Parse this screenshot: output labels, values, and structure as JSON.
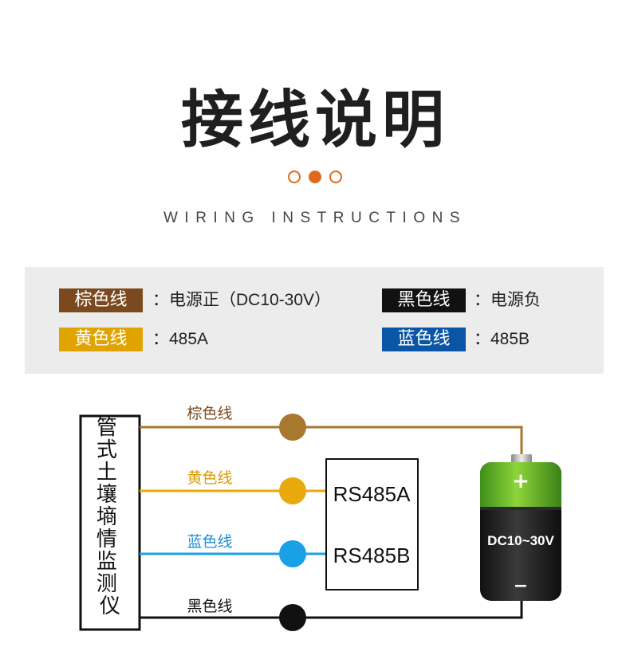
{
  "header": {
    "title": "接线说明",
    "subtitle": "WIRING INSTRUCTIONS"
  },
  "legend": [
    {
      "label": "棕色线",
      "description": "：电源正（DC10-30V）",
      "color": "#7a4a1e"
    },
    {
      "label": "黑色线",
      "description": "：电源负",
      "color": "#111111"
    },
    {
      "label": "黄色线",
      "description": "：485A",
      "color": "#e0a400"
    },
    {
      "label": "蓝色线",
      "description": "：485B",
      "color": "#0a56a6"
    }
  ],
  "diagram": {
    "device_label": "管式土壤墒情监测仪",
    "wires": [
      {
        "label": "棕色线",
        "color": "#a9782f"
      },
      {
        "label": "黄色线",
        "color": "#e8a90c"
      },
      {
        "label": "蓝色线",
        "color": "#1aa0e6"
      },
      {
        "label": "黑色线",
        "color": "#111111"
      }
    ],
    "rs485": {
      "a": "RS485A",
      "b": "RS485B"
    },
    "battery": {
      "plus": "+",
      "minus": "−",
      "voltage": "DC10~30V"
    }
  },
  "colors": {
    "accent": "#e06a1b"
  }
}
